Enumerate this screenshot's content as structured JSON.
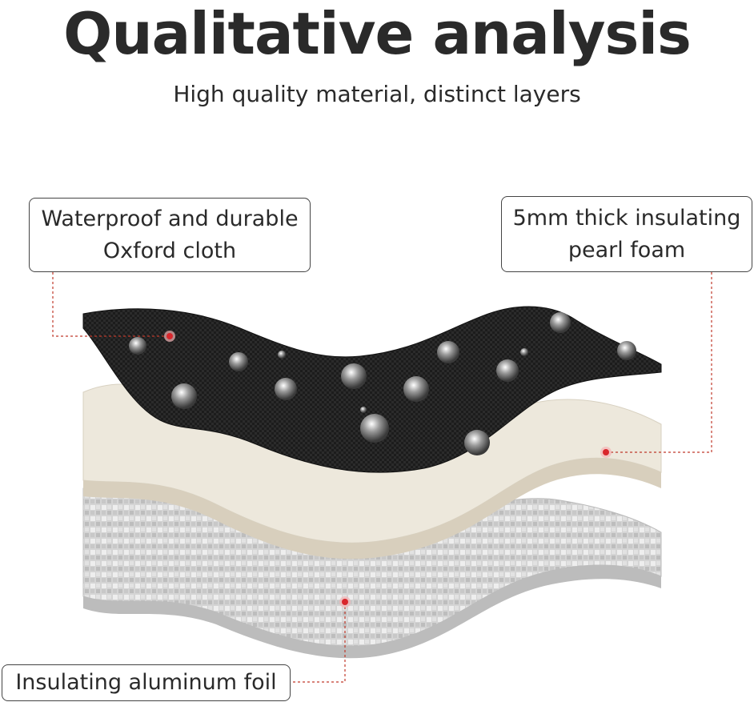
{
  "header": {
    "title": "Qualitative analysis",
    "subtitle": "High quality material, distinct layers"
  },
  "labels": {
    "oxford_line1": "Waterproof and durable",
    "oxford_line2": "Oxford cloth",
    "foam_line1": "5mm thick insulating",
    "foam_line2": "pearl foam",
    "foil": "Insulating aluminum foil"
  },
  "colors": {
    "oxford_cloth": "#1a1a1a",
    "pearl_foam": "#e9e3d6",
    "aluminum_foil": "#d9d9d9",
    "marker": "#d9262c",
    "leader_line": "#c0392b"
  }
}
